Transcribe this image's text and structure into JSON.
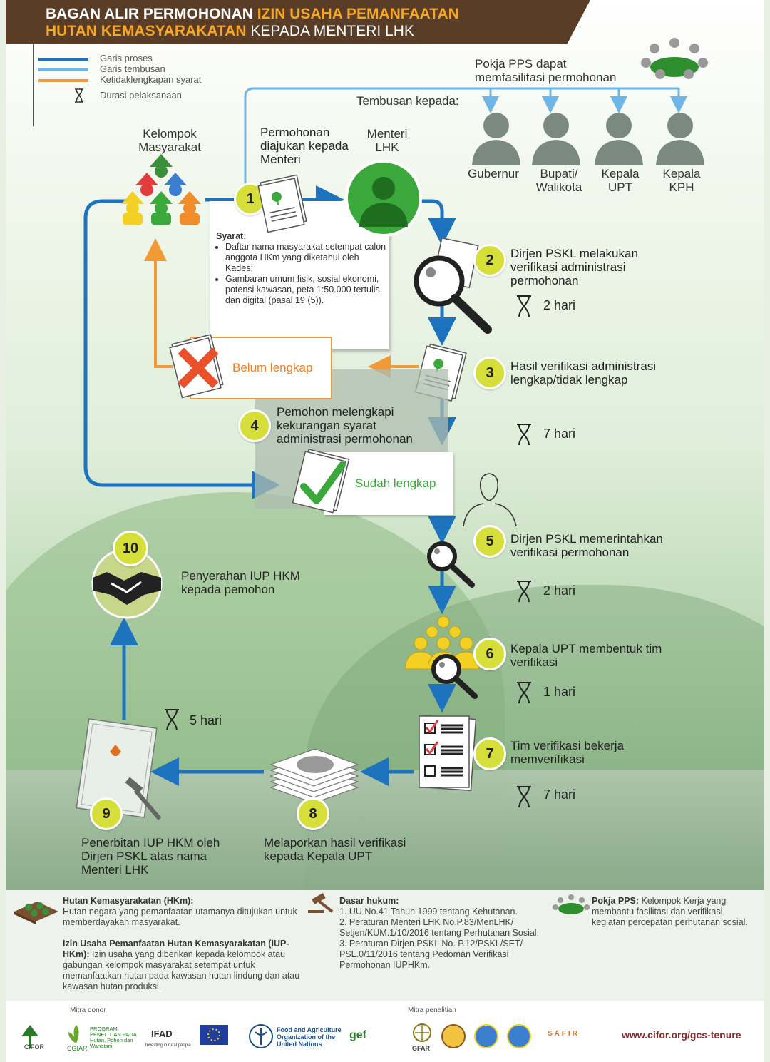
{
  "header": {
    "line1_a": "BAGAN ALIR PERMOHONAN ",
    "line1_b": "IZIN USAHA PEMANFAATAN",
    "line2_a": "HUTAN KEMASYARAKATAN",
    "line2_b": " KEPADA MENTERI LHK"
  },
  "legend": [
    {
      "label": "Garis proses",
      "color": "#1e73be"
    },
    {
      "label": "Garis tembusan",
      "color": "#6fb6e8"
    },
    {
      "label": "Ketidaklengkapan syarat",
      "color": "#f29a38"
    },
    {
      "label": "Durasi pelaksanaan",
      "icon": "hourglass-icon"
    }
  ],
  "actors": {
    "kelompok": "Kelompok\nMasyarakat",
    "menteri": "Menteri\nLHK",
    "pokja": "Pokja PPS dapat\nmemfasilitasi permohonan",
    "tembusan": "Tembusan kepada:",
    "recipients": [
      "Gubernur",
      "Bupati/\nWalikota",
      "Kepala\nUPT",
      "Kepala\nKPH"
    ]
  },
  "steps": {
    "s1": {
      "num": "1",
      "text": "Permohonan\ndiajukan kepada\nMenteri"
    },
    "s2": {
      "num": "2",
      "text": "Dirjen PSKL melakukan\nverifikasi administrasi\npermohonan",
      "duration": "2 hari"
    },
    "s3": {
      "num": "3",
      "text": "Hasil verifikasi administrasi\nlengkap/tidak lengkap",
      "duration": "7 hari"
    },
    "s4": {
      "num": "4",
      "text": "Pemohon melengkapi\nkekurangan syarat\nadministrasi permohonan"
    },
    "s5": {
      "num": "5",
      "text": "Dirjen PSKL memerintahkan\nverifikasi permohonan",
      "duration": "2 hari"
    },
    "s6": {
      "num": "6",
      "text": "Kepala UPT membentuk tim\nverifikasi",
      "duration": "1 hari"
    },
    "s7": {
      "num": "7",
      "text": "Tim verifikasi bekerja\nmemverifikasi",
      "duration": "7 hari"
    },
    "s8": {
      "num": "8",
      "text": "Melaporkan hasil verifikasi\nkepada Kepala UPT"
    },
    "s9": {
      "num": "9",
      "text": "Penerbitan IUP HKM oleh\nDirjen PSKL atas nama\nMenteri LHK",
      "duration": "5 hari"
    },
    "s10": {
      "num": "10",
      "text": "Penyerahan IUP HKM\nkepada pemohon"
    }
  },
  "syarat": {
    "heading": "Syarat:",
    "items": [
      "Daftar nama masyarakat setempat calon anggota HKm yang diketahui oleh Kades;",
      "Gambaran umum fisik, sosial ekonomi, potensi kawasan, peta 1:50.000 tertulis dan digital (pasal 19 (5))."
    ]
  },
  "status": {
    "belum": "Belum lengkap",
    "sudah": "Sudah lengkap"
  },
  "glossary": {
    "hkm_title": "Hutan Kemasyarakatan (HKm):",
    "hkm_text": "Hutan negara yang pemanfaatan utamanya ditujukan untuk memberdayakan masyarakat.",
    "iup_title": "Izin Usaha Pemanfaatan Hutan Kemasyarakatan (IUP-HKm):",
    "iup_text": "Izin usaha yang diberikan kepada kelompok atau gabungan kelompok masyarakat setempat untuk memanfaatkan hutan pada kawasan hutan lindung dan atau kawasan hutan produksi.",
    "dasar_title": "Dasar hukum:",
    "dasar_items": [
      "1. UU No.41 Tahun 1999 tentang Kehutanan.",
      "2. Peraturan Menteri LHK No.P.83/MenLHK/ Setjen/KUM.1/10/2016 tentang Perhutanan Sosial.",
      "3. Peraturan Dirjen PSKL No. P.12/PSKL/SET/ PSL.0/11/2016 tentang Pedoman Verifikasi Permohonan IUPHKm."
    ],
    "pokja_title": "Pokja PPS:",
    "pokja_text": "Kelompok Kerja yang membantu fasilitasi dan verifikasi kegiatan percepatan perhutanan sosial."
  },
  "partners": {
    "donor_label": "Mitra donor",
    "research_label": "Mitra penelitian",
    "logos": [
      "CIFOR",
      "CGIAR",
      "PROGRAM PENELITIAN PADA Hutan, Pohon dan Wanatani",
      "IFAD",
      "Investing in rural people",
      "Food and Agriculture Organization of the United Nations",
      "gef",
      "GFAR",
      "SAFIR"
    ],
    "url": "www.cifor.org/gcs-tenure"
  }
}
